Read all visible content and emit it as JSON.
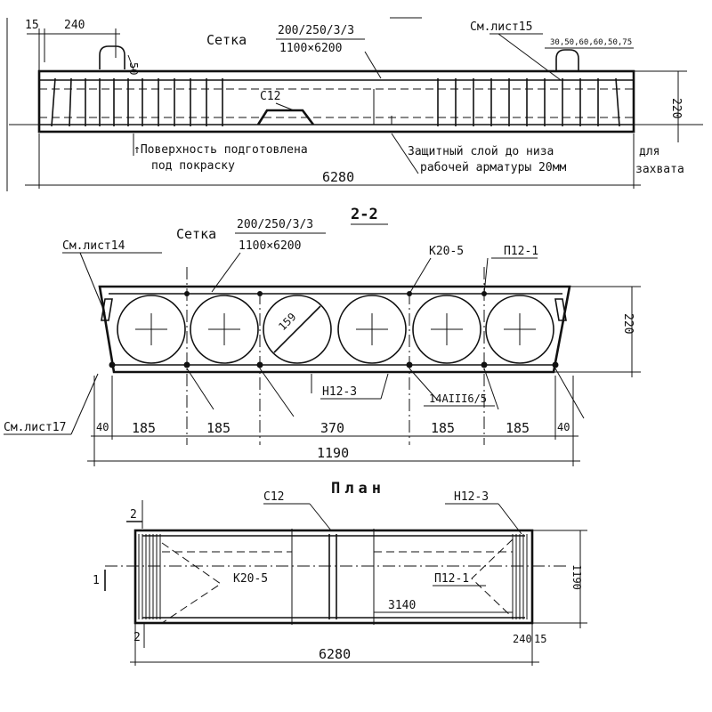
{
  "section11": {
    "dim_15": "15",
    "dim_240": "240",
    "dim_50": "50",
    "mesh_word": "Сетка",
    "mesh_num": "200/250/3/3",
    "mesh_den": "1100×6200",
    "ref_sheet15": "См.лист15",
    "dims_right": "30,50,60,60,50,75",
    "dim_220": "220",
    "bar_c12": "С12",
    "note_left_1": "↑Поверхность подготовлена",
    "note_left_2": "под покраску",
    "note_mid_1": "Защитный слой до низа",
    "note_mid_2": "рабочей арматуры 20мм",
    "note_right_1": "для",
    "note_right_2": "захвата",
    "dim_6280": "6280"
  },
  "section22": {
    "title": "2-2",
    "mesh_word": "Сетка",
    "mesh_num": "200/250/3/3",
    "mesh_den": "1100×6200",
    "ref_sheet14": "См.лист14",
    "bar_k20": "К20-5",
    "bar_p12": "П12-1",
    "dim_220": "220",
    "dim_159": "159",
    "bar_n12": "Н12-3",
    "bar_14a": "14АIII6/5",
    "ref_sheet17": "См.лист17",
    "dims_bottom": [
      "40",
      "185",
      "185",
      "370",
      "185",
      "185",
      "40"
    ],
    "dim_1190": "1190"
  },
  "plan": {
    "title": "План",
    "bar_c12": "С12",
    "bar_n12": "Н12-3",
    "mark_2_top": "2",
    "mark_2_bottom": "2",
    "mark_1": "1",
    "bar_k20": "К20-5",
    "bar_p12": "П12-1",
    "dim_3140": "3140",
    "dim_1190": "1190",
    "dim_240": "240",
    "dim_15": "15",
    "dim_6280": "6280"
  }
}
